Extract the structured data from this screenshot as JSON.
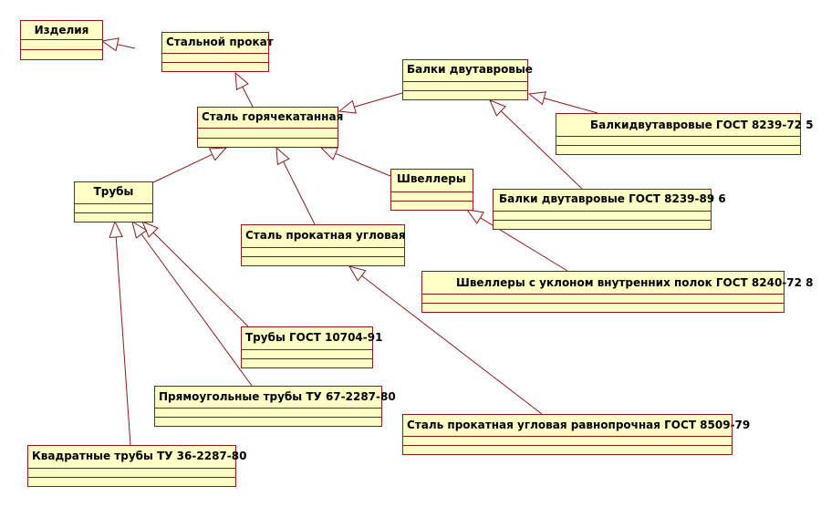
{
  "colors": {
    "box_fill": "#ffffc6",
    "box_border": "#8b1a1a",
    "line": "#8b1a1a",
    "text": "#000000"
  },
  "classes": [
    {
      "id": "izdeliya",
      "name": "Изделия"
    },
    {
      "id": "stalnoy-prokat",
      "name": "Стальной прокат"
    },
    {
      "id": "stal-goryachekatannaya",
      "name": "Сталь горячекатанная"
    },
    {
      "id": "balki-dvutavrovye",
      "name": "Балки двутавровые"
    },
    {
      "id": "balki-gost-8239-72",
      "name": "Балкидвутавровые ГОСТ 8239-72 5"
    },
    {
      "id": "balki-gost-8239-89",
      "name": "Балки двутавровые ГОСТ 8239-89  6"
    },
    {
      "id": "shvellery",
      "name": "Швеллеры"
    },
    {
      "id": "shvellery-gost-8240-72",
      "name": "Швеллеры с уклоном внутренних полок ГОСТ 8240-72  8"
    },
    {
      "id": "truby",
      "name": "Трубы"
    },
    {
      "id": "stal-prokatnaya-uglovaya",
      "name": "Сталь прокатная угловая"
    },
    {
      "id": "truby-gost-10704-91",
      "name": "Трубы ГОСТ 10704-91"
    },
    {
      "id": "pryamougolnye-truby",
      "name": "Прямоугольные трубы ТУ 67-2287-80"
    },
    {
      "id": "stal-uglovaya-ravnoprochnaya",
      "name": "Сталь прокатная угловая равнопрочная ГОСТ 8509-79"
    },
    {
      "id": "kvadratnye-truby",
      "name": "Квадратные трубы ТУ 36-2287-80"
    }
  ],
  "generalizations": [
    {
      "from": "stalnoy-prokat",
      "to": "izdeliya"
    },
    {
      "from": "stal-goryachekatannaya",
      "to": "stalnoy-prokat"
    },
    {
      "from": "balki-dvutavrovye",
      "to": "stal-goryachekatannaya"
    },
    {
      "from": "balki-gost-8239-72",
      "to": "balki-dvutavrovye"
    },
    {
      "from": "balki-gost-8239-89",
      "to": "balki-dvutavrovye"
    },
    {
      "from": "truby",
      "to": "stal-goryachekatannaya"
    },
    {
      "from": "stal-prokatnaya-uglovaya",
      "to": "stal-goryachekatannaya"
    },
    {
      "from": "shvellery",
      "to": "stal-goryachekatannaya"
    },
    {
      "from": "shvellery-gost-8240-72",
      "to": "shvellery"
    },
    {
      "from": "stal-uglovaya-ravnoprochnaya",
      "to": "stal-prokatnaya-uglovaya"
    },
    {
      "from": "truby-gost-10704-91",
      "to": "truby"
    },
    {
      "from": "pryamougolnye-truby",
      "to": "truby"
    },
    {
      "from": "kvadratnye-truby",
      "to": "truby"
    }
  ]
}
